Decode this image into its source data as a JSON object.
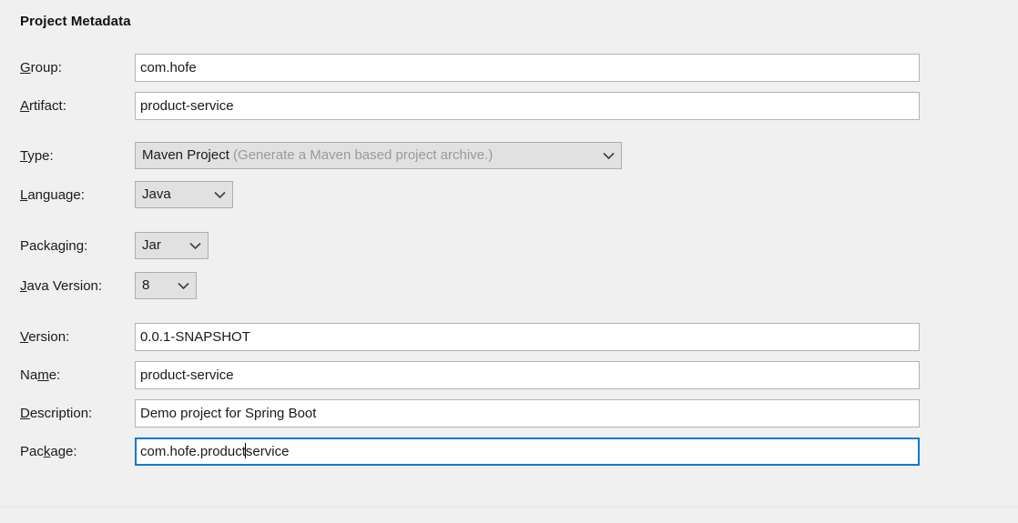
{
  "section": {
    "title": "Project Metadata"
  },
  "fields": {
    "group": {
      "label_pre": "",
      "label_mn": "G",
      "label_post": "roup:",
      "value": "com.hofe"
    },
    "artifact": {
      "label_pre": "",
      "label_mn": "A",
      "label_post": "rtifact:",
      "value": "product-service"
    },
    "type": {
      "label_pre": "",
      "label_mn": "T",
      "label_post": "ype:",
      "value": "Maven Project",
      "description": "(Generate a Maven based project archive.)"
    },
    "language": {
      "label_pre": "",
      "label_mn": "L",
      "label_post": "anguage:",
      "value": "Java"
    },
    "packaging": {
      "label_pre": "Packa",
      "label_mn": "g",
      "label_post": "ing:",
      "value": "Jar"
    },
    "java_version": {
      "label_pre": "",
      "label_mn": "J",
      "label_post": "ava Version:",
      "value": "8"
    },
    "version": {
      "label_pre": "",
      "label_mn": "V",
      "label_post": "ersion:",
      "value": "0.0.1-SNAPSHOT"
    },
    "name": {
      "label_pre": "Na",
      "label_mn": "m",
      "label_post": "e:",
      "value": "product-service"
    },
    "description": {
      "label_pre": "",
      "label_mn": "D",
      "label_post": "escription:",
      "value": "Demo project for Spring Boot"
    },
    "package": {
      "label_pre": "Pac",
      "label_mn": "k",
      "label_post": "age:",
      "value_before_caret": "com.hofe.product",
      "value_after_caret": "service",
      "focused": true
    }
  },
  "icons": {
    "chevron_down": "chevron-down-icon"
  },
  "colors": {
    "background": "#f0f0f0",
    "field_background": "#ffffff",
    "field_border": "#b4b4b4",
    "combo_background": "#e1e1e1",
    "combo_border": "#adadad",
    "focus_border": "#0078d7",
    "text": "#1a1a1a",
    "muted_text": "#9a9a9a"
  }
}
